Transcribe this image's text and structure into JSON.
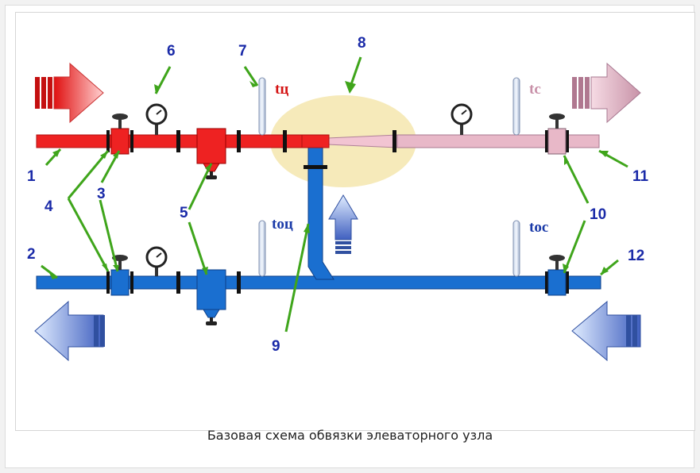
{
  "caption": "Базовая схема обвязки элеваторного узла",
  "colors": {
    "supply": "#ee2222",
    "supply_after_mix": "#e8b8c8",
    "return": "#1a6fd0",
    "mix_zone": "#f6eaba",
    "callout": "#3fa51b",
    "numbers": "#1a2aa8"
  },
  "temperature_labels": {
    "supply_in": "tц",
    "supply_out": "tс",
    "return_in": "tоц",
    "return_out": "tос"
  },
  "callout_numbers": [
    "1",
    "2",
    "3",
    "4",
    "5",
    "6",
    "7",
    "8",
    "9",
    "10",
    "11",
    "12"
  ]
}
